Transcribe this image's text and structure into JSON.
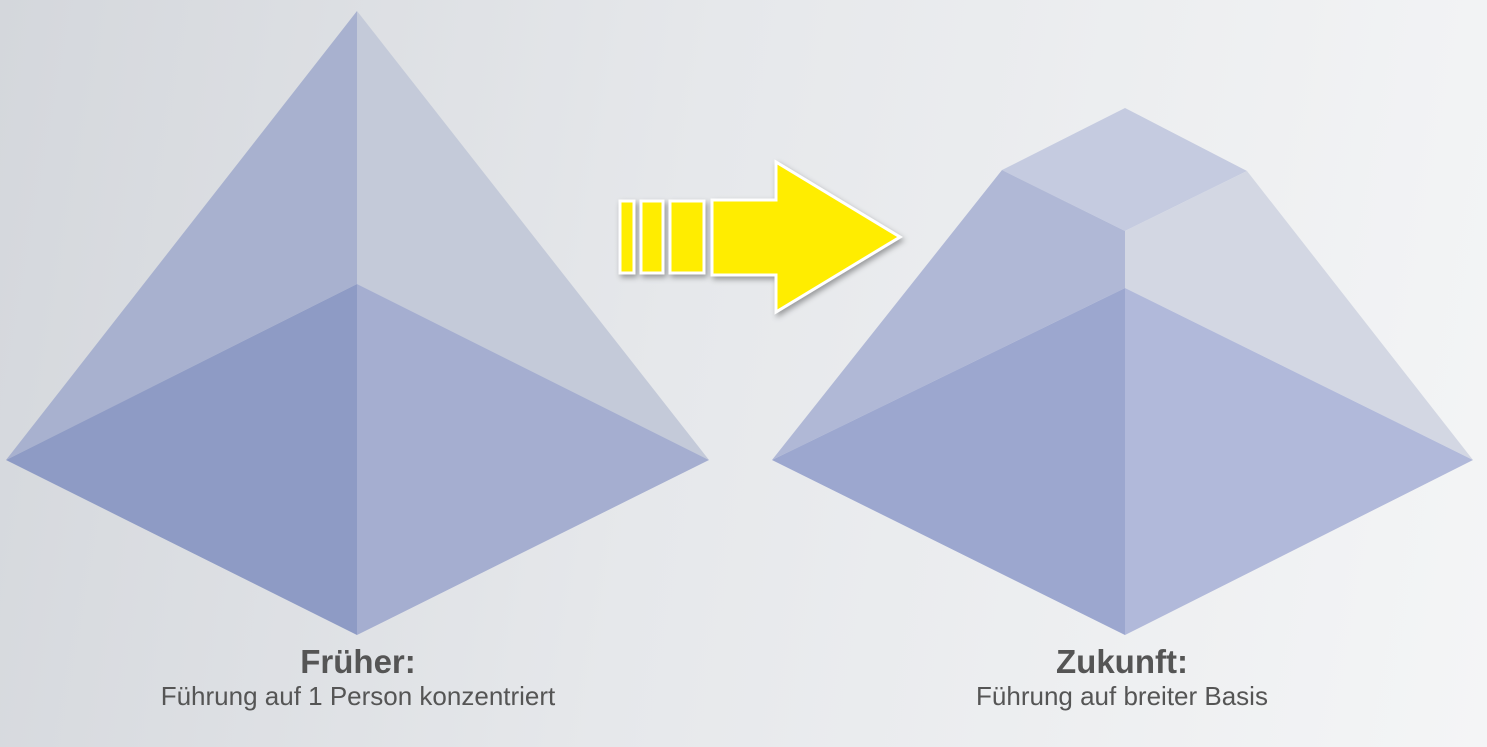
{
  "left_panel": {
    "title": "Früher:",
    "subtitle": "Führung auf 1 Person konzentriert"
  },
  "right_panel": {
    "title": "Zukunft:",
    "subtitle": "Führung auf breiter Basis"
  },
  "colors": {
    "background_dark": "#d4d7dc",
    "background_light": "#f4f5f6",
    "pyramid_face_light": "#c4cad9",
    "pyramid_face_mid": "#a8b1cf",
    "pyramid_face_dark": "#8e9bc5",
    "arrow_fill": "#ffed00",
    "arrow_outline": "#ffffff",
    "caption_text": "#555555"
  },
  "icons": {
    "arrow": "right-arrow-icon"
  }
}
